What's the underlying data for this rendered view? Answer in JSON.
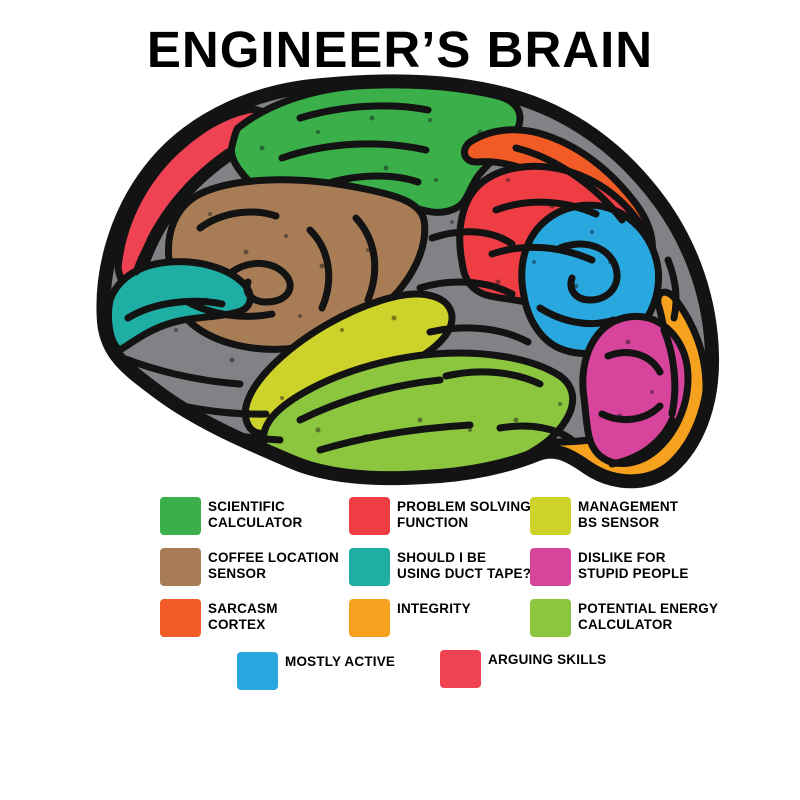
{
  "title": "ENGINEER’S BRAIN",
  "legend": {
    "items": [
      {
        "id": "scientific-calculator",
        "label": "SCIENTIFIC\nCALCULATOR",
        "color": "#3BAF4A"
      },
      {
        "id": "problem-solving-function",
        "label": "PROBLEM SOLVING\nFUNCTION",
        "color": "#EE3E43"
      },
      {
        "id": "management-bs-sensor",
        "label": "MANAGEMENT\nBS SENSOR",
        "color": "#CDD32A"
      },
      {
        "id": "coffee-location-sensor",
        "label": "COFFEE LOCATION\nSENSOR",
        "color": "#A87D55"
      },
      {
        "id": "should-i-be-using-duct-tape",
        "label": "SHOULD I BE\nUSING DUCT TAPE?",
        "color": "#1EAEA3"
      },
      {
        "id": "dislike-for-stupid-people",
        "label": "DISLIKE FOR\nSTUPID PEOPLE",
        "color": "#D6449C"
      },
      {
        "id": "sarcasm-cortex",
        "label": "SARCASM\nCORTEX",
        "color": "#F15B25"
      },
      {
        "id": "integrity",
        "label": "INTEGRITY",
        "color": "#F7A21E"
      },
      {
        "id": "potential-energy-calculator",
        "label": "POTENTIAL ENERGY\nCALCULATOR",
        "color": "#8CC63F"
      },
      {
        "id": "mostly-active",
        "label": "MOSTLY ACTIVE",
        "color": "#29A8E0"
      },
      {
        "id": "arguing-skills",
        "label": "ARGUING SKILLS",
        "color": "#EF4353"
      }
    ]
  },
  "brain": {
    "base_color": "#808285",
    "outline_color": "#131313"
  }
}
